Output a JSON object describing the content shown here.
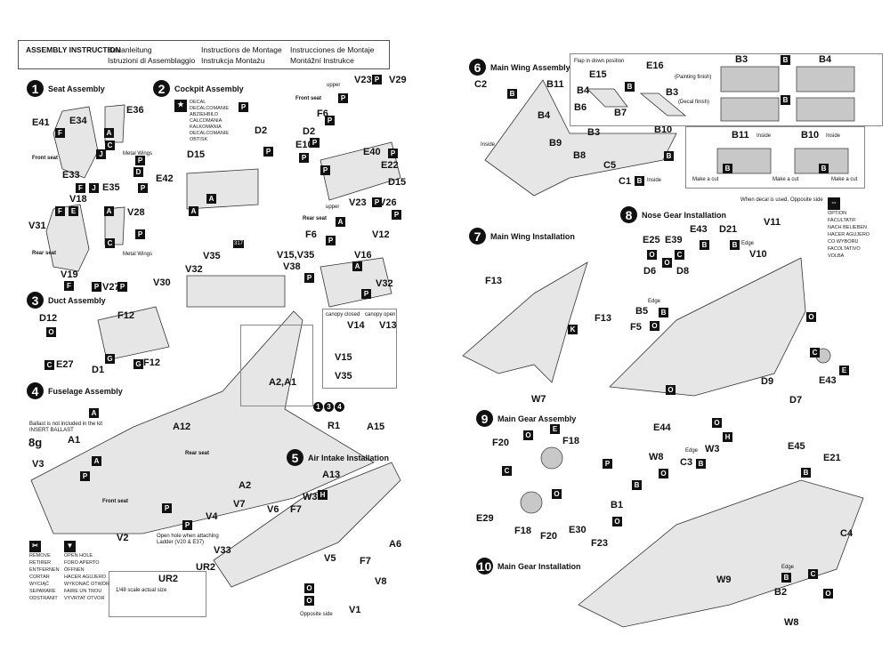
{
  "header": {
    "title": "ASSEMBLY INSTRUCTION",
    "langs": [
      "Bauanleitung",
      "Istruzioni di Assemblaggio",
      "Instructions de Montage",
      "Instrukcja Montażu",
      "Instrucciones de Montaje",
      "Montážní Instrukce"
    ]
  },
  "steps": [
    {
      "n": "1",
      "title": "Seat Assembly",
      "parts": [
        "E34",
        "E36",
        "E41",
        "Front seat",
        "Metal Wings",
        "E33",
        "E35",
        "E42",
        "V18",
        "V28",
        "V31",
        "Rear seat",
        "Metal Wings",
        "V19",
        "V27",
        "V30"
      ],
      "codes": [
        "F",
        "A",
        "J",
        "C",
        "D",
        "P",
        "F",
        "J",
        "P",
        "F",
        "E",
        "A",
        "C",
        "P",
        "F",
        "P",
        "P"
      ]
    },
    {
      "n": "2",
      "title": "Cockpit Assembly",
      "parts": [
        "D2",
        "D15",
        "V35",
        "V32",
        "Front seat",
        "V23",
        "V29",
        "F6",
        "D2",
        "E10",
        "E40",
        "E22",
        "D15",
        "upper",
        "Rear seat",
        "V23",
        "V26",
        "V12",
        "F6",
        "V15,V35",
        "V38",
        "V16",
        "V32",
        "upper",
        "317"
      ],
      "codes": [
        "P",
        "A",
        "P",
        "P",
        "P",
        "P",
        "P",
        "P",
        "P",
        "P",
        "A",
        "P",
        "P",
        "P",
        "A",
        "P",
        "A",
        "P"
      ],
      "decal": [
        "DECAL",
        "DECALCOMANIE",
        "ABZIEHBILD",
        "CALCOMANIA",
        "KALKOMANIA",
        "DECALCOMANIE",
        "OBTISK"
      ]
    },
    {
      "n": "3",
      "title": "Duct Assembly",
      "parts": [
        "D12",
        "E27",
        "D1",
        "F12",
        "F12"
      ],
      "codes": [
        "O",
        "C",
        "G",
        "G"
      ]
    },
    {
      "n": "4",
      "title": "Fuselage Assembly",
      "parts": [
        "Ballast is not included in the kit",
        "INSERT BALLAST",
        "8g",
        "A1",
        "V3",
        "A12",
        "Rear seat",
        "A2",
        "Front seat",
        "V2",
        "V4",
        "V7",
        "V6",
        "Open hole when attaching",
        "Ladder (V20 & E37)",
        "UR2",
        "V33",
        "1/48 scale actual size",
        "UR2",
        "A2,A1"
      ],
      "codes": [
        "A",
        "P",
        "P",
        "A",
        "P"
      ]
    },
    {
      "n": "5",
      "title": "Air Intake Installation",
      "parts": [
        "R1",
        "A15",
        "A13",
        "W3",
        "F7",
        "A6",
        "V5",
        "F7",
        "V8",
        "V1",
        "Opposite side"
      ],
      "codes": [
        "H",
        "O",
        "O"
      ]
    },
    {
      "n": "6",
      "title": "Main Wing Assembly",
      "parts": [
        "C2",
        "B11",
        "B4",
        "B9",
        "B3",
        "B8",
        "B10",
        "C5",
        "C1",
        "Inside",
        "Inside",
        "Flap in down position",
        "E15",
        "E16",
        "B4",
        "B6",
        "B3",
        "B7",
        "B3",
        "B4",
        "(Painting finish)",
        "(Decal finish)",
        "B11",
        "Inside",
        "B10",
        "Inside",
        "Make a cut",
        "Make a cut",
        "Make a cut",
        "When decal is used.",
        "Opposite side"
      ],
      "codes": [
        "B",
        "B",
        "B",
        "B",
        "B",
        "B",
        "B",
        "B"
      ]
    },
    {
      "n": "7",
      "title": "Main Wing Installation",
      "parts": [
        "F13",
        "F13",
        "W7"
      ],
      "codes": [
        "K"
      ]
    },
    {
      "n": "8",
      "title": "Nose Gear Installation",
      "parts": [
        "E43",
        "D21",
        "V11",
        "E25",
        "E39",
        "Edge",
        "V10",
        "D6",
        "D8",
        "Edge",
        "B5",
        "F5",
        "D9",
        "D7",
        "E43"
      ],
      "codes": [
        "O",
        "C",
        "B",
        "B",
        "O",
        "O",
        "B",
        "O",
        "C",
        "E",
        "O"
      ]
    },
    {
      "n": "9",
      "title": "Main Gear Assembly",
      "parts": [
        "F20",
        "F18",
        "E29",
        "F18",
        "F20",
        "E30",
        "E44",
        "W8",
        "Edge",
        "C3",
        "W3",
        "E45",
        "E21",
        "B1",
        "F23",
        "C4"
      ],
      "codes": [
        "E",
        "O",
        "C",
        "O",
        "P",
        "O",
        "O",
        "B",
        "H",
        "B",
        "O",
        "B"
      ]
    },
    {
      "n": "10",
      "title": "Main Gear Installation",
      "parts": [
        "W9",
        "Edge",
        "B2",
        "W8"
      ],
      "codes": [
        "B",
        "C",
        "O"
      ]
    }
  ],
  "legend": {
    "remove": [
      "REMOVE",
      "RETIRER",
      "ENTFERNEN",
      "CORTAR",
      "WYCIĄĆ",
      "SEPARARE",
      "ODSTRANIT"
    ],
    "open_hole": [
      "OPEN HOLE",
      "FORO APERTO",
      "ÖFFNEN",
      "HACER AGUJERO",
      "WYKONAĆ OTWÓR",
      "FAIRE UN TROU",
      "VYVRTAT OTVOR"
    ],
    "option": [
      "OPTION",
      "FACULTATIF",
      "NACH BELIEBEN",
      "HACER AGUJERO",
      "CO WYBORU",
      "FACOLTATIVO",
      "VOLBA"
    ],
    "canopy": [
      "canopy closed",
      "canopy open",
      "V14",
      "V15",
      "V35",
      "V13"
    ],
    "parts_icons": [
      "1",
      "3",
      "4"
    ]
  }
}
